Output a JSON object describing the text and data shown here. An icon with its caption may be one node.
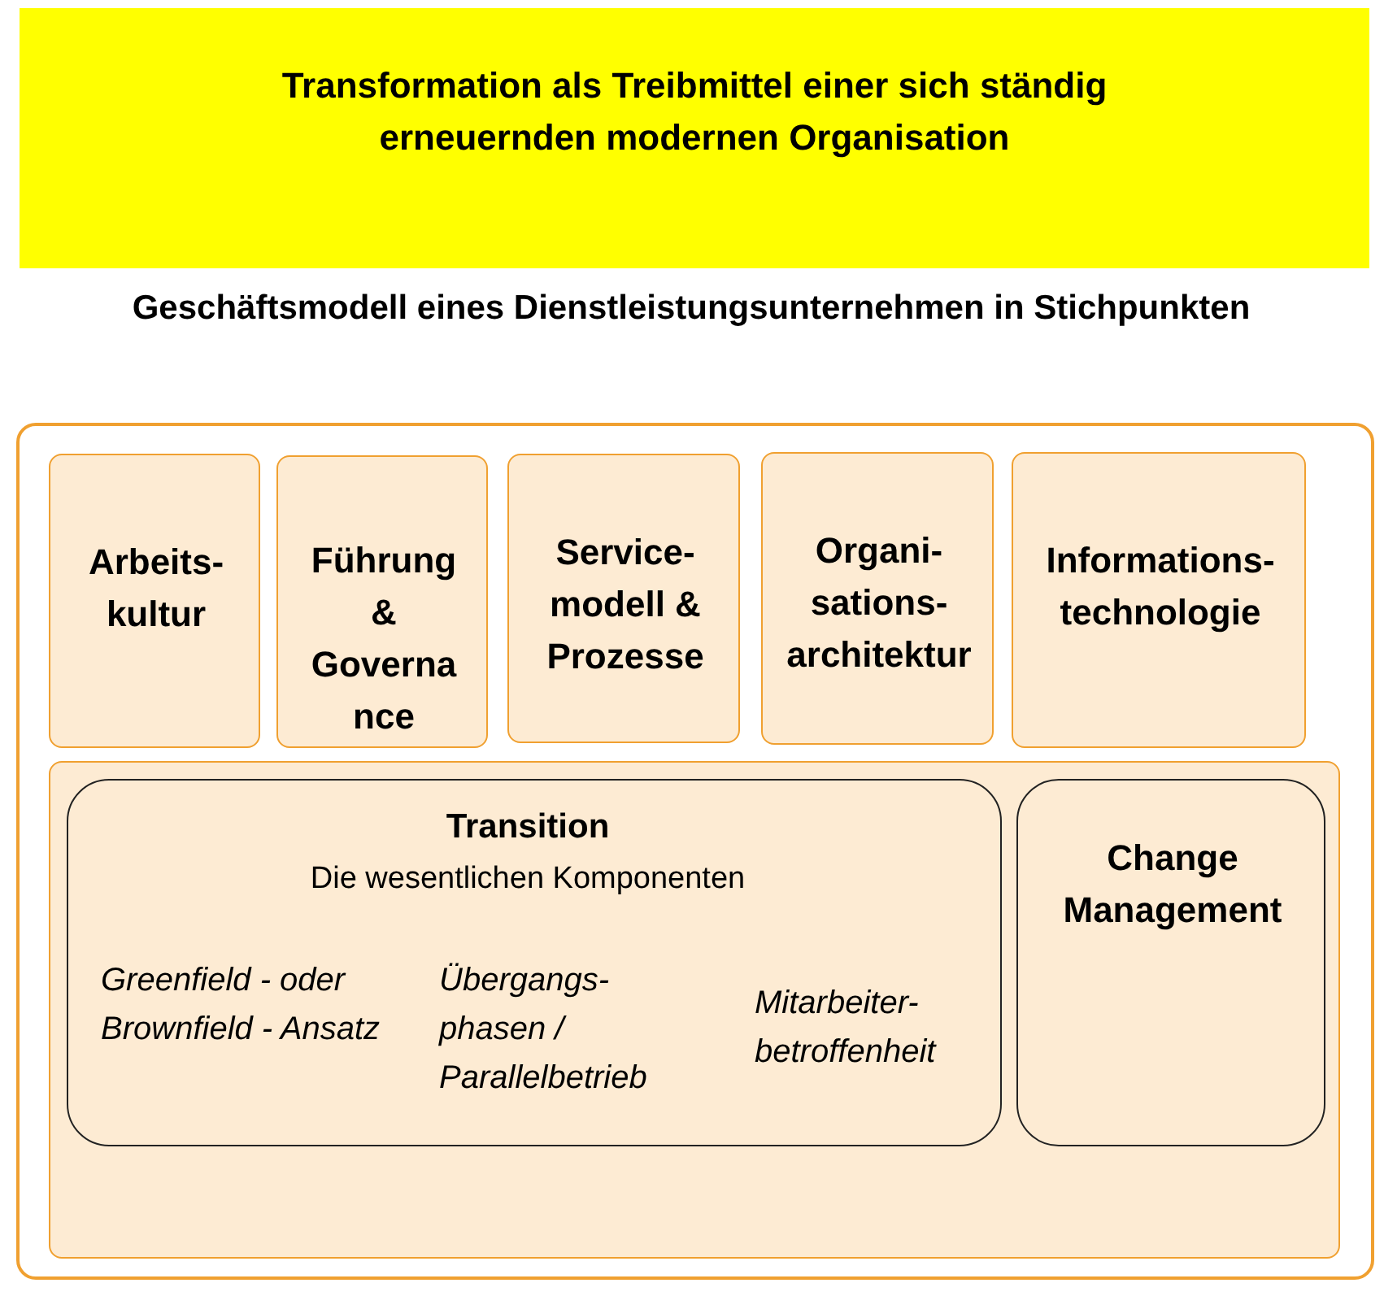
{
  "diagram": {
    "title": "Geschäftsmodell eines Dienstleistungsunternehmen in Stichpunkten",
    "nodes": [
      {
        "text": [
          "Transformation als Treibmittel einer sich ständig erneuernden modernen Organisation"
        ]
      },
      {
        "text": [],
        "shape": "box"
      },
      {
        "text": [
          "Arbeits- kultur"
        ],
        "in": 1
      },
      {
        "text": [
          "Führung & Governa nce"
        ],
        "in": 1
      },
      {
        "text": [
          "Service- modell & Prozesse"
        ],
        "in": 1
      },
      {
        "text": [
          "Organi- sations- architektur"
        ],
        "in": 1
      },
      {
        "text": [
          "Informations- technologie"
        ],
        "in": 1
      },
      {
        "text": [],
        "shape": "box",
        "in": 1
      },
      {
        "text": [
          "Transition",
          "Die wesentlichen Komponenten",
          "Greenfield - oder Brownfield - Ansatz",
          "Übergangs- phasen / Parallelbetrieb",
          "Mitarbeiter- betroffenheit"
        ],
        "in": 7
      },
      {
        "text": [
          "Change Management"
        ],
        "in": 7
      }
    ],
    "edges": []
  }
}
